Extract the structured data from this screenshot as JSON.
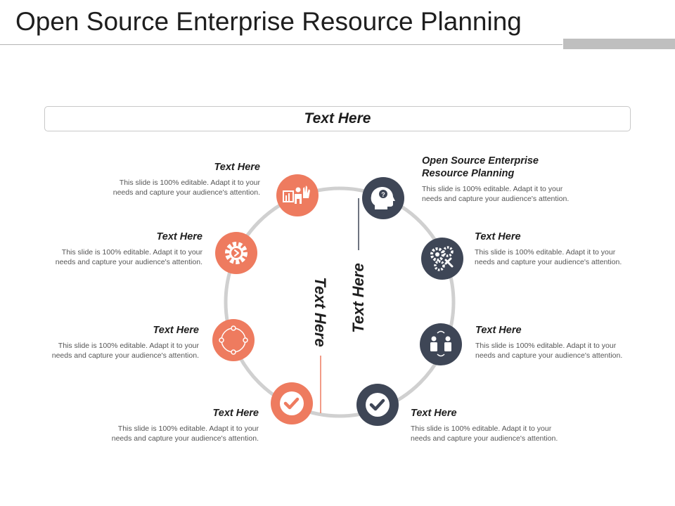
{
  "slide": {
    "title": "Open Source Enterprise Resource Planning",
    "banner": "Text Here"
  },
  "center": {
    "left_label": "Text Here",
    "right_label": "Text Here"
  },
  "colors": {
    "orange": "#ee7b5f",
    "navy": "#3e4656",
    "ring": "#d0d0d0"
  },
  "items": [
    {
      "heading": "Text Here",
      "line1": "This slide is 100% editable. Adapt it to your",
      "line2": "needs and capture your audience's attention.",
      "icon": "presentation-icon",
      "color": "orange"
    },
    {
      "heading": "Text Here",
      "line1": "This slide is 100% editable. Adapt it to your",
      "line2": "needs and capture your audience's attention.",
      "icon": "gear-icon",
      "color": "orange"
    },
    {
      "heading": "Text Here",
      "line1": "This slide is 100% editable. Adapt it to your",
      "line2": "needs and capture your audience's attention.",
      "icon": "cycle-icon",
      "color": "orange"
    },
    {
      "heading": "Text Here",
      "line1": "This slide is 100% editable. Adapt it to your",
      "line2": "needs and capture your audience's attention.",
      "icon": "checkmark-icon",
      "color": "orange"
    },
    {
      "heading1": "Open Source Enterprise",
      "heading2": "Resource Planning",
      "line1": "This slide is 100% editable. Adapt it to your",
      "line2": "needs and capture your audience's attention.",
      "icon": "head-question-icon",
      "color": "navy"
    },
    {
      "heading": "Text Here",
      "line1": "This slide is 100% editable. Adapt it to your",
      "line2": "needs and capture your audience's attention.",
      "icon": "gears-icon",
      "color": "navy"
    },
    {
      "heading": "Text Here",
      "line1": "This slide is 100% editable. Adapt it to your",
      "line2": "needs and capture your audience's attention.",
      "icon": "people-exchange-icon",
      "color": "navy"
    },
    {
      "heading": "Text Here",
      "line1": "This slide is 100% editable. Adapt it to your",
      "line2": "needs and capture your audience's attention.",
      "icon": "checkmark-icon",
      "color": "navy"
    }
  ]
}
